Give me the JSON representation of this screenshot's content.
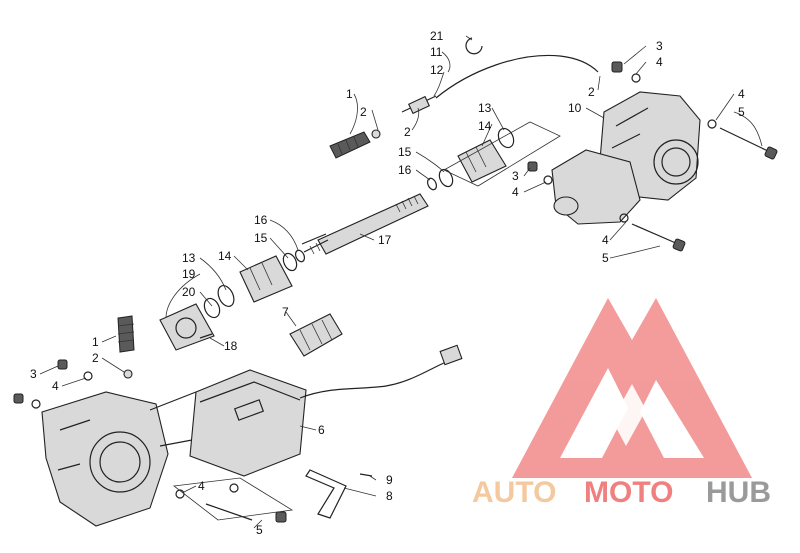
{
  "callouts": [
    {
      "id": "c-21",
      "label": "21"
    },
    {
      "id": "c-11",
      "label": "11"
    },
    {
      "id": "c-12",
      "label": "12"
    },
    {
      "id": "c-3a",
      "label": "3"
    },
    {
      "id": "c-4a",
      "label": "4"
    },
    {
      "id": "c-2a",
      "label": "2"
    },
    {
      "id": "c-10",
      "label": "10"
    },
    {
      "id": "c-4b",
      "label": "4"
    },
    {
      "id": "c-5a",
      "label": "5"
    },
    {
      "id": "c-1a",
      "label": "1"
    },
    {
      "id": "c-2b",
      "label": "2"
    },
    {
      "id": "c-2c",
      "label": "2"
    },
    {
      "id": "c-13a",
      "label": "13"
    },
    {
      "id": "c-14a",
      "label": "14"
    },
    {
      "id": "c-15a",
      "label": "15"
    },
    {
      "id": "c-16a",
      "label": "16"
    },
    {
      "id": "c-3b",
      "label": "3"
    },
    {
      "id": "c-4c",
      "label": "4"
    },
    {
      "id": "c-16b",
      "label": "16"
    },
    {
      "id": "c-15b",
      "label": "15"
    },
    {
      "id": "c-17",
      "label": "17"
    },
    {
      "id": "c-4d",
      "label": "4"
    },
    {
      "id": "c-5b",
      "label": "5"
    },
    {
      "id": "c-13b",
      "label": "13"
    },
    {
      "id": "c-14b",
      "label": "14"
    },
    {
      "id": "c-19",
      "label": "19"
    },
    {
      "id": "c-20",
      "label": "20"
    },
    {
      "id": "c-7",
      "label": "7"
    },
    {
      "id": "c-18",
      "label": "18"
    },
    {
      "id": "c-1b",
      "label": "1"
    },
    {
      "id": "c-2d",
      "label": "2"
    },
    {
      "id": "c-3c",
      "label": "3"
    },
    {
      "id": "c-4e",
      "label": "4"
    },
    {
      "id": "c-6",
      "label": "6"
    },
    {
      "id": "c-4f",
      "label": "4"
    },
    {
      "id": "c-9",
      "label": "9"
    },
    {
      "id": "c-8",
      "label": "8"
    },
    {
      "id": "c-5c",
      "label": "5"
    }
  ],
  "watermark": {
    "word_auto": "AUTO",
    "word_moto": "MOTO",
    "word_hub": "HUB",
    "color_auto": "#f5c9a0",
    "color_moto": "#f08080",
    "color_hub": "#9a9a9a",
    "mark_color": "#f07a7a"
  }
}
